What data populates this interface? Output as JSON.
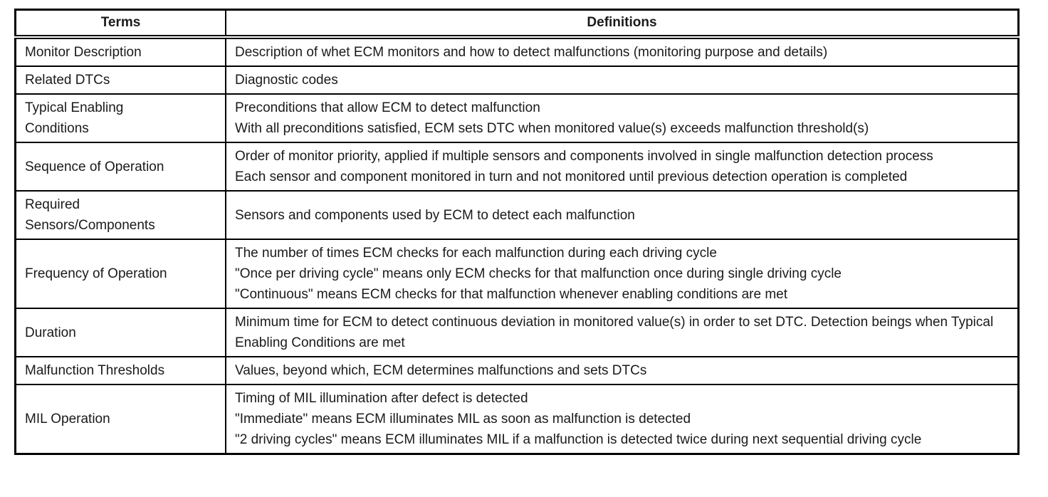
{
  "table": {
    "columns": [
      {
        "label": "Terms"
      },
      {
        "label": "Definitions"
      }
    ],
    "rows": [
      {
        "term": "Monitor Description",
        "definition": [
          "Description of whet ECM monitors and how to detect malfunctions (monitoring purpose and details)"
        ]
      },
      {
        "term": "Related DTCs",
        "definition": [
          "Diagnostic codes"
        ]
      },
      {
        "term": "Typical Enabling Conditions",
        "definition": [
          "Preconditions that allow ECM to detect malfunction",
          "With all preconditions satisfied, ECM sets DTC when monitored value(s) exceeds malfunction threshold(s)"
        ]
      },
      {
        "term": "Sequence of Operation",
        "definition": [
          "Order of monitor priority, applied if multiple sensors and components involved in single malfunction detection process",
          "Each sensor and component monitored in turn and not monitored until previous detection operation is completed"
        ]
      },
      {
        "term": "Required Sensors/Components",
        "definition": [
          "Sensors and components used by ECM to detect each malfunction"
        ]
      },
      {
        "term": "Frequency of Operation",
        "definition": [
          "The number of times ECM checks for each malfunction during each driving cycle",
          "\"Once per driving cycle\" means only ECM checks for that malfunction once during single driving cycle",
          "\"Continuous\" means ECM checks for that malfunction whenever enabling conditions are met"
        ]
      },
      {
        "term": "Duration",
        "definition": [
          "Minimum time for ECM to detect continuous deviation in monitored value(s) in order to set DTC. Detection beings when Typical Enabling Conditions are met"
        ]
      },
      {
        "term": "Malfunction Thresholds",
        "definition": [
          "Values, beyond which, ECM determines malfunctions and sets DTCs"
        ]
      },
      {
        "term": "MIL Operation",
        "definition": [
          "Timing of MIL illumination after defect is detected",
          "\"Immediate\" means ECM illuminates MIL as soon as malfunction is detected",
          "\"2 driving cycles\" means ECM illuminates MIL if a malfunction is detected twice during next sequential driving cycle"
        ]
      }
    ]
  }
}
